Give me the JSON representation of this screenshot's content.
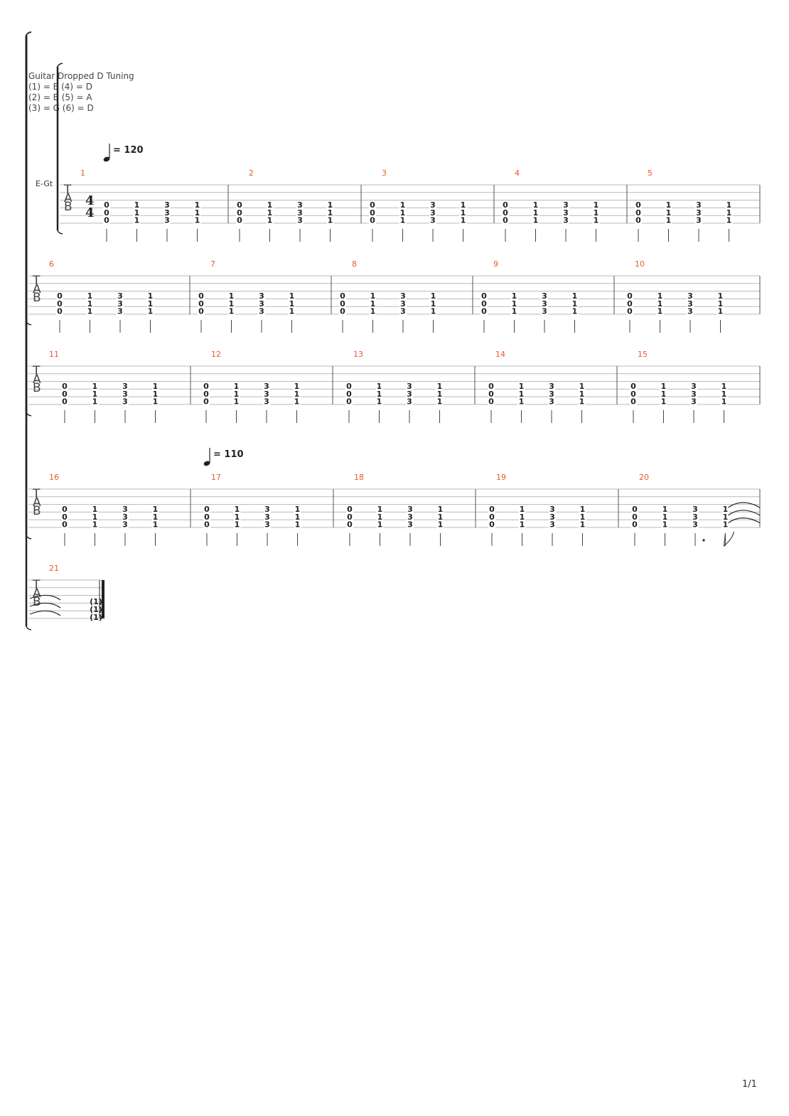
{
  "header": {
    "title": "Guitar Dropped D Tuning",
    "tuning_lines": [
      "(1) = E (4) = D",
      "(2) = B (5) = A",
      "(3) = G (6) = D"
    ]
  },
  "instrument_label": "E-Gt",
  "time_signature": [
    "4",
    "4"
  ],
  "tab_clef": [
    "T",
    "A",
    "B"
  ],
  "tempo_marks": [
    {
      "text": "= 120",
      "at_measure": 1
    },
    {
      "text": "= 110",
      "at_measure": 17
    }
  ],
  "measures": [
    {
      "number": 1,
      "beats": [
        [
          "0",
          "0",
          "0"
        ],
        [
          "1",
          "1",
          "1"
        ],
        [
          "3",
          "3",
          "3"
        ],
        [
          "1",
          "1",
          "1"
        ]
      ]
    },
    {
      "number": 2,
      "beats": [
        [
          "0",
          "0",
          "0"
        ],
        [
          "1",
          "1",
          "1"
        ],
        [
          "3",
          "3",
          "3"
        ],
        [
          "1",
          "1",
          "1"
        ]
      ]
    },
    {
      "number": 3,
      "beats": [
        [
          "0",
          "0",
          "0"
        ],
        [
          "1",
          "1",
          "1"
        ],
        [
          "3",
          "3",
          "3"
        ],
        [
          "1",
          "1",
          "1"
        ]
      ]
    },
    {
      "number": 4,
      "beats": [
        [
          "0",
          "0",
          "0"
        ],
        [
          "1",
          "1",
          "1"
        ],
        [
          "3",
          "3",
          "3"
        ],
        [
          "1",
          "1",
          "1"
        ]
      ]
    },
    {
      "number": 5,
      "beats": [
        [
          "0",
          "0",
          "0"
        ],
        [
          "1",
          "1",
          "1"
        ],
        [
          "3",
          "3",
          "3"
        ],
        [
          "1",
          "1",
          "1"
        ]
      ]
    },
    {
      "number": 6,
      "beats": [
        [
          "0",
          "0",
          "0"
        ],
        [
          "1",
          "1",
          "1"
        ],
        [
          "3",
          "3",
          "3"
        ],
        [
          "1",
          "1",
          "1"
        ]
      ]
    },
    {
      "number": 7,
      "beats": [
        [
          "0",
          "0",
          "0"
        ],
        [
          "1",
          "1",
          "1"
        ],
        [
          "3",
          "3",
          "3"
        ],
        [
          "1",
          "1",
          "1"
        ]
      ]
    },
    {
      "number": 8,
      "beats": [
        [
          "0",
          "0",
          "0"
        ],
        [
          "1",
          "1",
          "1"
        ],
        [
          "3",
          "3",
          "3"
        ],
        [
          "1",
          "1",
          "1"
        ]
      ]
    },
    {
      "number": 9,
      "beats": [
        [
          "0",
          "0",
          "0"
        ],
        [
          "1",
          "1",
          "1"
        ],
        [
          "3",
          "3",
          "3"
        ],
        [
          "1",
          "1",
          "1"
        ]
      ]
    },
    {
      "number": 10,
      "beats": [
        [
          "0",
          "0",
          "0"
        ],
        [
          "1",
          "1",
          "1"
        ],
        [
          "3",
          "3",
          "3"
        ],
        [
          "1",
          "1",
          "1"
        ]
      ]
    },
    {
      "number": 11,
      "beats": [
        [
          "0",
          "0",
          "0"
        ],
        [
          "1",
          "1",
          "1"
        ],
        [
          "3",
          "3",
          "3"
        ],
        [
          "1",
          "1",
          "1"
        ]
      ]
    },
    {
      "number": 12,
      "beats": [
        [
          "0",
          "0",
          "0"
        ],
        [
          "1",
          "1",
          "1"
        ],
        [
          "3",
          "3",
          "3"
        ],
        [
          "1",
          "1",
          "1"
        ]
      ]
    },
    {
      "number": 13,
      "beats": [
        [
          "0",
          "0",
          "0"
        ],
        [
          "1",
          "1",
          "1"
        ],
        [
          "3",
          "3",
          "3"
        ],
        [
          "1",
          "1",
          "1"
        ]
      ]
    },
    {
      "number": 14,
      "beats": [
        [
          "0",
          "0",
          "0"
        ],
        [
          "1",
          "1",
          "1"
        ],
        [
          "3",
          "3",
          "3"
        ],
        [
          "1",
          "1",
          "1"
        ]
      ]
    },
    {
      "number": 15,
      "beats": [
        [
          "0",
          "0",
          "0"
        ],
        [
          "1",
          "1",
          "1"
        ],
        [
          "3",
          "3",
          "3"
        ],
        [
          "1",
          "1",
          "1"
        ]
      ]
    },
    {
      "number": 16,
      "beats": [
        [
          "0",
          "0",
          "0"
        ],
        [
          "1",
          "1",
          "1"
        ],
        [
          "3",
          "3",
          "3"
        ],
        [
          "1",
          "1",
          "1"
        ]
      ]
    },
    {
      "number": 17,
      "beats": [
        [
          "0",
          "0",
          "0"
        ],
        [
          "1",
          "1",
          "1"
        ],
        [
          "3",
          "3",
          "3"
        ],
        [
          "1",
          "1",
          "1"
        ]
      ]
    },
    {
      "number": 18,
      "beats": [
        [
          "0",
          "0",
          "0"
        ],
        [
          "1",
          "1",
          "1"
        ],
        [
          "3",
          "3",
          "3"
        ],
        [
          "1",
          "1",
          "1"
        ]
      ]
    },
    {
      "number": 19,
      "beats": [
        [
          "0",
          "0",
          "0"
        ],
        [
          "1",
          "1",
          "1"
        ],
        [
          "3",
          "3",
          "3"
        ],
        [
          "1",
          "1",
          "1"
        ]
      ]
    },
    {
      "number": 20,
      "beats": [
        [
          "0",
          "0",
          "0"
        ],
        [
          "1",
          "1",
          "1"
        ],
        [
          "3",
          "3",
          "3"
        ],
        [
          "1",
          "1",
          "1"
        ]
      ],
      "tie_last": true
    },
    {
      "number": 21,
      "beats": [
        [
          "(1)",
          "(1)",
          "(1)"
        ]
      ],
      "final": true
    }
  ],
  "colors": {
    "measure_number": "#e8592c",
    "staff_line": "#b8b8b8",
    "text": "#333333"
  },
  "page_number": "1/1"
}
